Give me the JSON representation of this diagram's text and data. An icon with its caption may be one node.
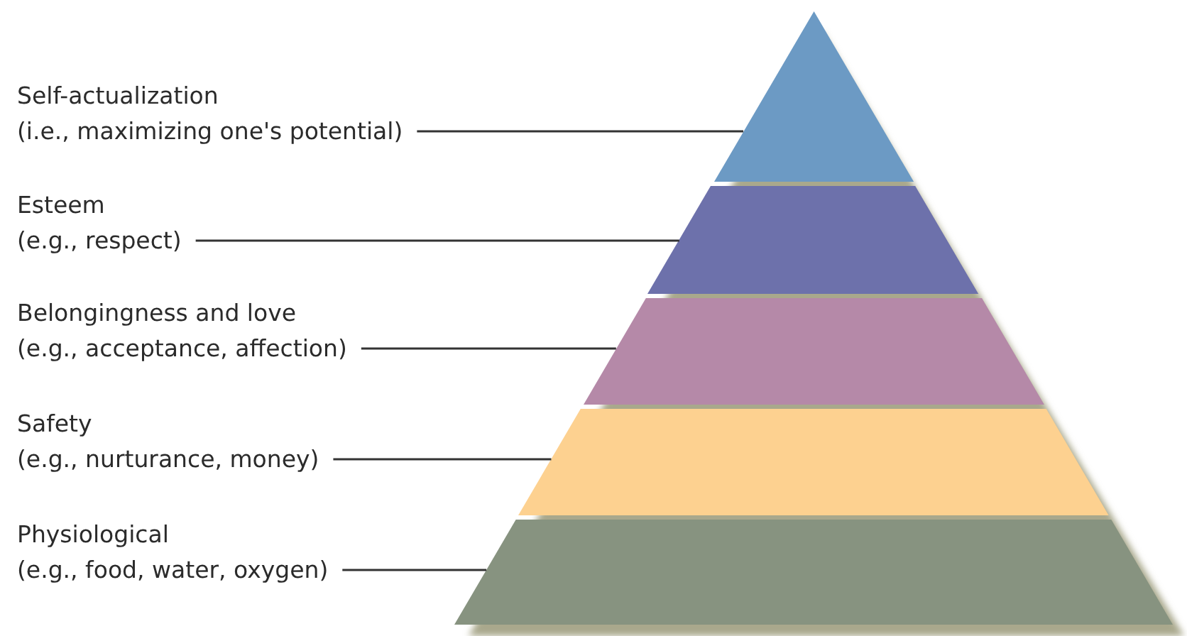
{
  "diagram": {
    "nodes": [
      {
        "text": [
          "Self-actualization",
          "(i.e., maximizing one's potential)"
        ]
      },
      {
        "text": [
          "Esteem",
          "(e.g., respect)"
        ]
      },
      {
        "text": [
          "Belongingness and love",
          "(e.g., acceptance, affection)"
        ]
      },
      {
        "text": [
          "Safety",
          "(e.g., nurturance, money)"
        ]
      },
      {
        "text": [
          "Physiological",
          "(e.g., food, water, oxygen)"
        ]
      },
      {
        "text": [],
        "shape": "triangle"
      },
      {
        "text": [],
        "shape": "trapezoid"
      },
      {
        "text": [],
        "shape": "trapezoid"
      },
      {
        "text": [],
        "shape": "trapezoid"
      },
      {
        "text": [],
        "shape": "trapezoid"
      }
    ],
    "edges": [
      {
        "from": 0,
        "to": 5,
        "arrow": "none"
      },
      {
        "from": 1,
        "to": 6,
        "arrow": "none"
      },
      {
        "from": 2,
        "to": 7,
        "arrow": "none"
      },
      {
        "from": 3,
        "to": 8,
        "arrow": "none"
      },
      {
        "from": 4,
        "to": 9,
        "arrow": "none"
      }
    ]
  }
}
